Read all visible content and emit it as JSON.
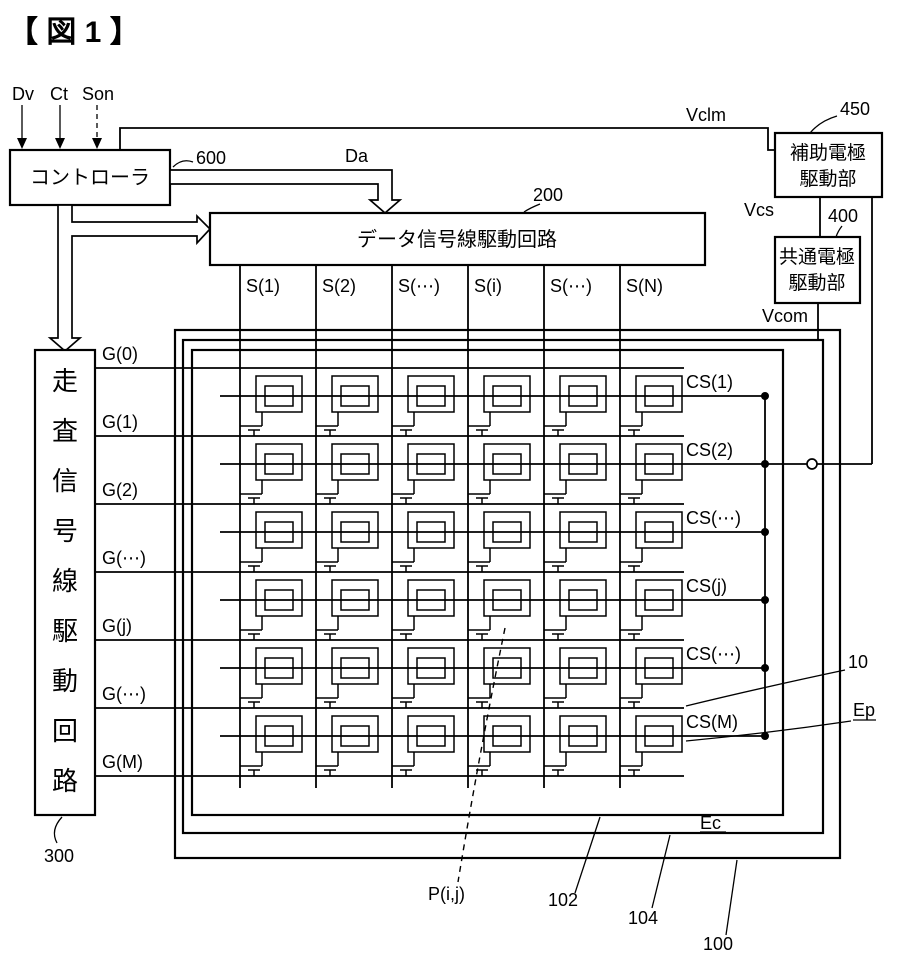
{
  "figure": {
    "title": "【 図 1 】"
  },
  "signals": {
    "dv": "Dv",
    "ct": "Ct",
    "son": "Son",
    "da": "Da",
    "vclm": "Vclm",
    "vcs": "Vcs",
    "vcom": "Vcom"
  },
  "blocks": {
    "controller": {
      "label": "コントローラ"
    },
    "data_driver": {
      "label": "データ信号線駆動回路"
    },
    "scan_driver": {
      "label": "走査信号線駆動回路"
    },
    "aux_driver": {
      "line1": "補助電極",
      "line2": "駆動部"
    },
    "common_driver": {
      "line1": "共通電極",
      "line2": "駆動部"
    }
  },
  "refs": {
    "controller": "600",
    "data_driver": "200",
    "scan_driver": "300",
    "common_driver": "400",
    "aux_driver": "450",
    "panel": "100",
    "counter_substrate": "104",
    "display_area": "102",
    "tft": "10"
  },
  "electrodes": {
    "pixel": "Ep",
    "common": "Ec"
  },
  "pixel_label": "P(i,j)",
  "source_lines": [
    "S(1)",
    "S(2)",
    "S(⋯)",
    "S(i)",
    "S(⋯)",
    "S(N)"
  ],
  "gate_lines": [
    "G(0)",
    "G(1)",
    "G(2)",
    "G(⋯)",
    "G(j)",
    "G(⋯)",
    "G(M)"
  ],
  "cs_lines": [
    "CS(1)",
    "CS(2)",
    "CS(⋯)",
    "CS(j)",
    "CS(⋯)",
    "CS(M)"
  ]
}
